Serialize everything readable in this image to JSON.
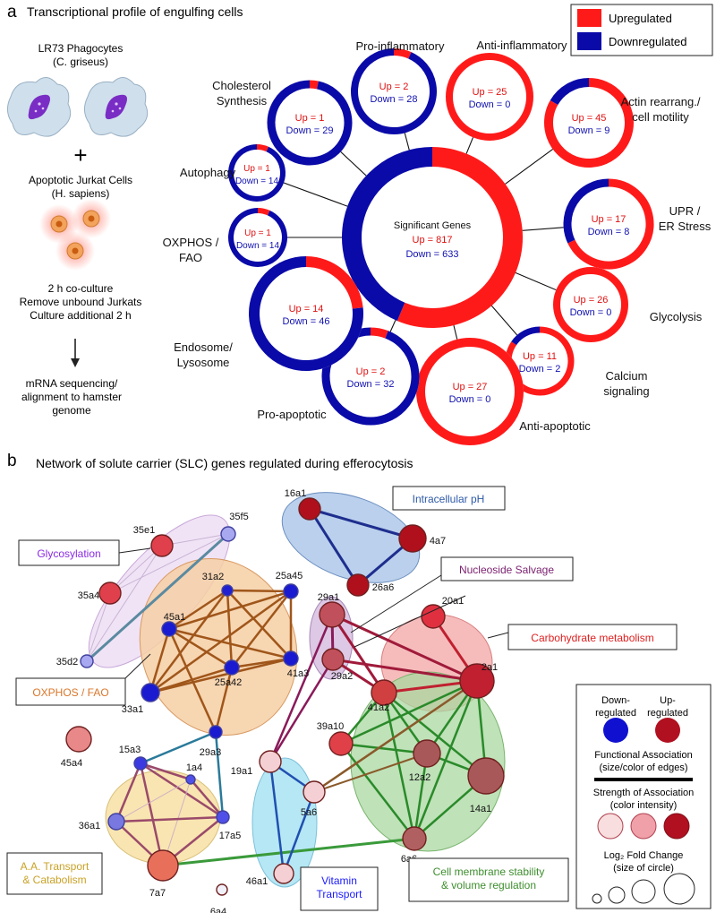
{
  "panel_a": {
    "letter": "a",
    "title": "Transcriptional profile of engulfing cells",
    "legend": {
      "up_label": "Upregulated",
      "down_label": "Downregulated",
      "up_color": "#ff1a1a",
      "down_color": "#0a0aa8"
    },
    "left": {
      "phagocytes_line1": "LR73 Phagocytes",
      "phagocytes_line2": "(C. griseus)",
      "plus": "+",
      "apoptotic_line1": "Apoptotic Jurkat Cells",
      "apoptotic_line2": "(H. sapiens)",
      "protocol_line1": "2 h co-culture",
      "protocol_line2": "Remove unbound Jurkats",
      "protocol_line3": "Culture additional 2 h",
      "seq_line1": "mRNA sequencing/",
      "seq_line2": "alignment to hamster",
      "seq_line3": "genome"
    },
    "center": {
      "title": "Significant Genes",
      "up_text": "Up = 817",
      "down_text": "Down = 633",
      "up": 817,
      "down": 633
    },
    "categories": [
      {
        "id": "pro-inflammatory",
        "labels": [
          "Pro-inflammatory"
        ],
        "up": 2,
        "down": 28,
        "up_text": "Up = 2",
        "down_text": "Down = 28"
      },
      {
        "id": "anti-inflammatory",
        "labels": [
          "Anti-inflammatory"
        ],
        "up": 25,
        "down": 0,
        "up_text": "Up = 25",
        "down_text": "Down = 0"
      },
      {
        "id": "actin",
        "labels": [
          "Actin rearrang./",
          "cell motility"
        ],
        "up": 45,
        "down": 9,
        "up_text": "Up = 45",
        "down_text": "Down = 9"
      },
      {
        "id": "upr",
        "labels": [
          "UPR /",
          "ER Stress"
        ],
        "up": 17,
        "down": 8,
        "up_text": "Up = 17",
        "down_text": "Down = 8"
      },
      {
        "id": "glycolysis",
        "labels": [
          "Glycolysis"
        ],
        "up": 26,
        "down": 0,
        "up_text": "Up = 26",
        "down_text": "Down = 0"
      },
      {
        "id": "calcium",
        "labels": [
          "Calcium",
          "signaling"
        ],
        "up": 11,
        "down": 2,
        "up_text": "Up = 11",
        "down_text": "Down = 2"
      },
      {
        "id": "anti-apoptotic",
        "labels": [
          "Anti-apoptotic"
        ],
        "up": 27,
        "down": 0,
        "up_text": "Up = 27",
        "down_text": "Down = 0"
      },
      {
        "id": "pro-apoptotic",
        "labels": [
          "Pro-apoptotic"
        ],
        "up": 2,
        "down": 32,
        "up_text": "Up = 2",
        "down_text": "Down = 32"
      },
      {
        "id": "endosome",
        "labels": [
          "Endosome/",
          "Lysosome"
        ],
        "up": 14,
        "down": 46,
        "up_text": "Up = 14",
        "down_text": "Down = 46"
      },
      {
        "id": "oxphos",
        "labels": [
          "OXPHOS /",
          "FAO"
        ],
        "up": 1,
        "down": 14,
        "up_text": "Up = 1",
        "down_text": "Down = 14"
      },
      {
        "id": "autophagy",
        "labels": [
          "Autophagy"
        ],
        "up": 1,
        "down": 14,
        "up_text": "Up = 1",
        "down_text": "Down = 14"
      },
      {
        "id": "cholesterol",
        "labels": [
          "Cholesterol",
          "Synthesis"
        ],
        "up": 1,
        "down": 29,
        "up_text": "Up = 1",
        "down_text": "Down = 29"
      }
    ]
  },
  "panel_b": {
    "letter": "b",
    "title": "Network of solute carrier (SLC) genes regulated during efferocytosis",
    "clusters": [
      {
        "id": "intracellular-ph",
        "label": "Intracellular pH",
        "color": "#2e5aa8"
      },
      {
        "id": "glycosylation",
        "label": "Glycosylation",
        "color": "#8a2be2"
      },
      {
        "id": "nucleoside-salvage",
        "label": "Nucleoside Salvage",
        "color": "#7a1f6e"
      },
      {
        "id": "carbohydrate",
        "label": "Carbohydrate metabolism",
        "color": "#e02020"
      },
      {
        "id": "oxphos-fao",
        "label": "OXPHOS / FAO",
        "color": "#d9772a"
      },
      {
        "id": "aa-transport",
        "label": "A.A. Transport & Catabolism",
        "color": "#c9a227"
      },
      {
        "id": "vitamin",
        "label": "Vitamin Transport",
        "color": "#1a1aff"
      },
      {
        "id": "membrane",
        "label": "Cell membrane stability & volume regulation",
        "color": "#3e8e2e"
      }
    ],
    "genes": [
      "16a1",
      "4a7",
      "26a6",
      "35e1",
      "35f5",
      "35a4",
      "35d2",
      "31a2",
      "25a45",
      "45a1",
      "25a42",
      "41a3",
      "33a1",
      "29a1",
      "29a2",
      "20a1",
      "2a1",
      "41a2",
      "39a10",
      "12a2",
      "14a1",
      "6a6",
      "45a4",
      "29a3",
      "15a3",
      "1a4",
      "36a1",
      "17a5",
      "7a7",
      "19a1",
      "5a6",
      "46a1",
      "6a4"
    ],
    "legend": {
      "down_label": "Down-regulated",
      "up_label": "Up-regulated",
      "functional_title": "Functional Association",
      "functional_sub": "(size/color of edges)",
      "strength_title": "Strength of Association",
      "strength_sub": "(color intensity)",
      "fold_title": "Log₂ Fold Change",
      "fold_sub": "(size of circle)"
    }
  }
}
